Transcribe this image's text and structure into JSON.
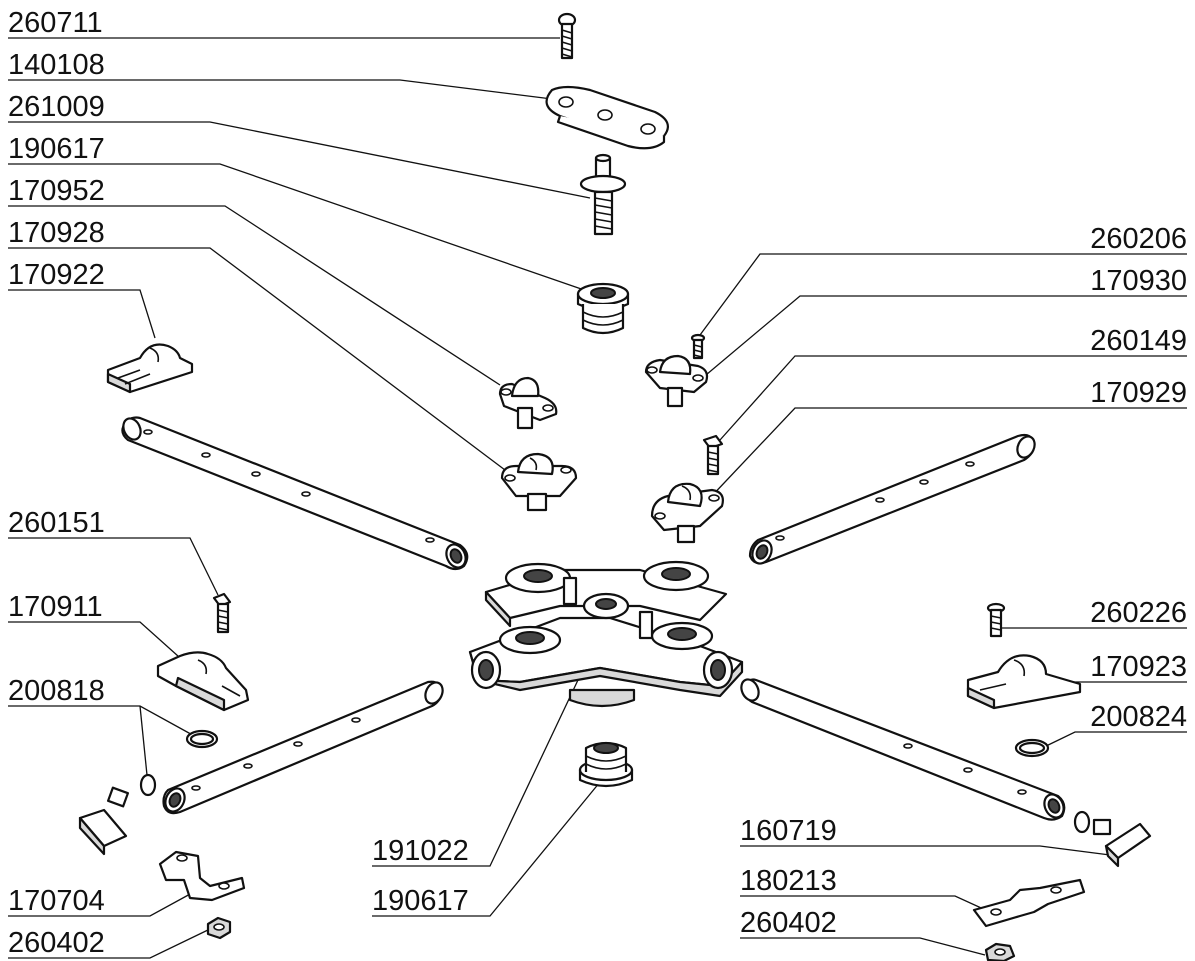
{
  "parts": {
    "p01": "260711",
    "p02": "140108",
    "p03": "261009",
    "p04": "190617",
    "p05": "170952",
    "p06": "170928",
    "p07": "170922",
    "p08": "260151",
    "p09": "170911",
    "p10": "200818",
    "p11": "170704",
    "p12": "260402",
    "p13": "260206",
    "p14": "170930",
    "p15": "260149",
    "p16": "170929",
    "p17": "260226",
    "p18": "170923",
    "p19": "200824",
    "p20": "191022",
    "p21": "190617",
    "p22": "160719",
    "p23": "180213",
    "p24": "260402"
  }
}
